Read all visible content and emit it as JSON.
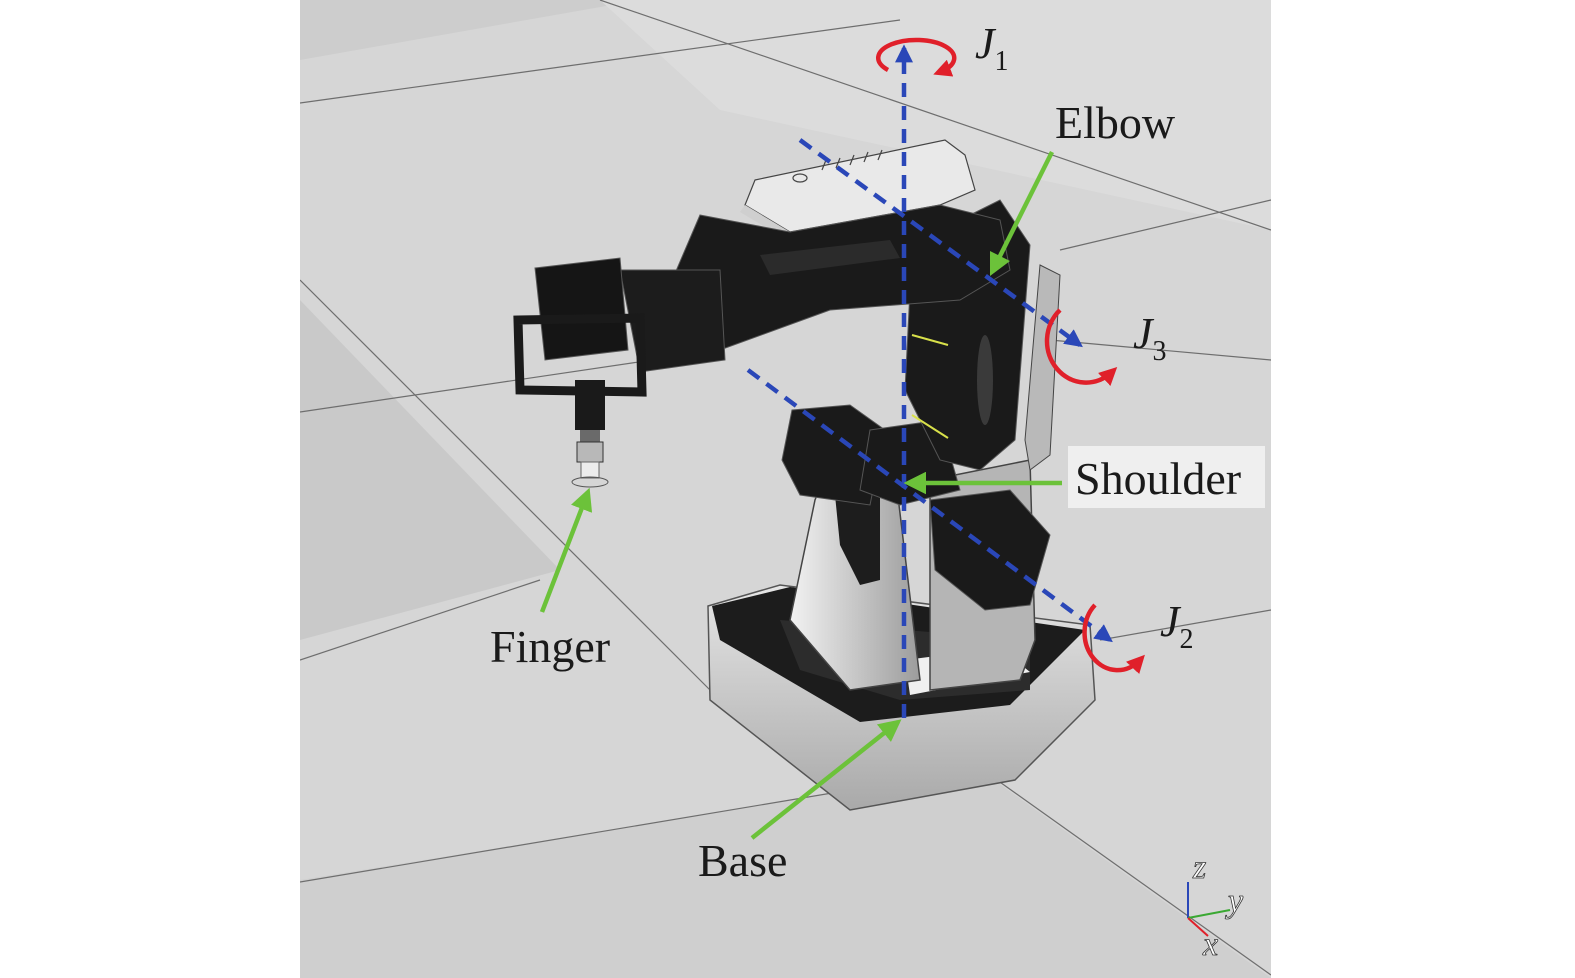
{
  "labels": {
    "elbow": "Elbow",
    "shoulder": "Shoulder",
    "finger": "Finger",
    "base": "Base"
  },
  "joints": {
    "j1": {
      "letter": "J",
      "sub": "1"
    },
    "j2": {
      "letter": "J",
      "sub": "2"
    },
    "j3": {
      "letter": "J",
      "sub": "3"
    }
  },
  "axes_triad": {
    "z": "z",
    "y": "y",
    "x": "x"
  },
  "colors": {
    "axis_dashed": "#2a47b8",
    "rotation_arrow": "#e0202a",
    "pointer_arrow": "#6cc23a",
    "floor": "#d6d6d6",
    "robot_body": "#1b1b1b",
    "robot_casing": "#cfcfcf"
  }
}
